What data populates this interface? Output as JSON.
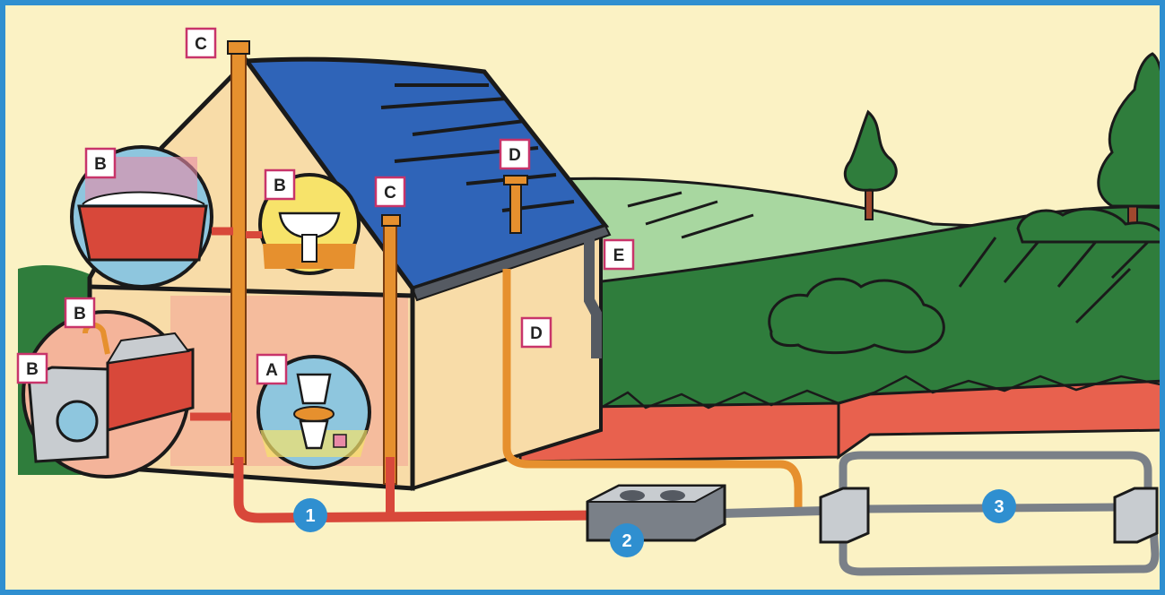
{
  "labels": {
    "a": "A",
    "b": "B",
    "c": "C",
    "d": "D",
    "e": "E"
  },
  "numbers": {
    "n1": "1",
    "n2": "2",
    "n3": "3"
  },
  "colors": {
    "frame": "#2f8fd0",
    "sky": "#fbf2c4",
    "roof": "#2f64b8",
    "wall": "#f8dca8",
    "grass_dark": "#2f7d3c",
    "grass_light": "#a8d7a0",
    "trench": "#e8614e",
    "pipe_red": "#d8483a",
    "pipe_orange": "#e6902e",
    "pipe_grey": "#7a8088",
    "badge_blue": "#2f8fd0",
    "label_border": "#c8346a"
  },
  "icons": [
    "bathtub-icon",
    "washbasin-icon",
    "kitchen-sink-icon",
    "washing-machine-icon",
    "toilet-icon",
    "vent-pipe-icon",
    "downspout-icon",
    "septic-tank-icon",
    "drain-field-icon",
    "tree-icon",
    "bush-icon"
  ]
}
